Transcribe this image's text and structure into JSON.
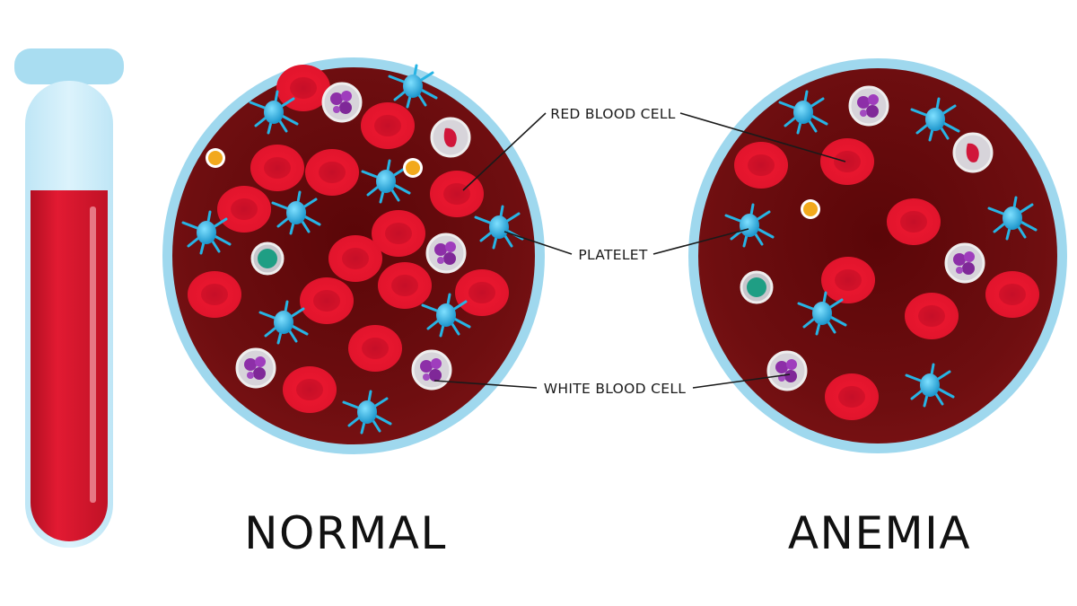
{
  "labels": {
    "red_blood_cell": "RED BLOOD CELL",
    "platelet": "PLATELET",
    "white_blood_cell": "WHITE BLOOD CELL"
  },
  "captions": {
    "normal": "NORMAL",
    "anemia": "ANEMIA"
  },
  "colors": {
    "background": "#ffffff",
    "circle_rim": "#9fd8ee",
    "plasma": "#6e0e10",
    "red_cell": "#e0142c",
    "platelet": "#1fa8d8",
    "wbc_shell": "#c9c6cc",
    "wbc_nucleus": "#8d2fa8",
    "test_tube_blood": "#d3152a"
  }
}
